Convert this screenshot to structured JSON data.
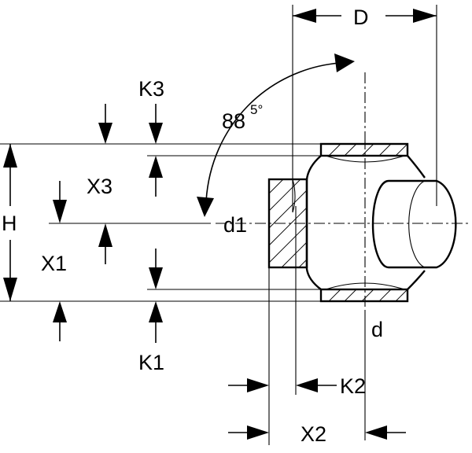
{
  "labels": {
    "D": "D",
    "K3": "K3",
    "angle_main": "88",
    "angle_sup": "5°",
    "X3": "X3",
    "H": "H",
    "d1": "d1",
    "X1": "X1",
    "K1": "K1",
    "d": "d",
    "K2": "K2",
    "X2": "X2"
  }
}
